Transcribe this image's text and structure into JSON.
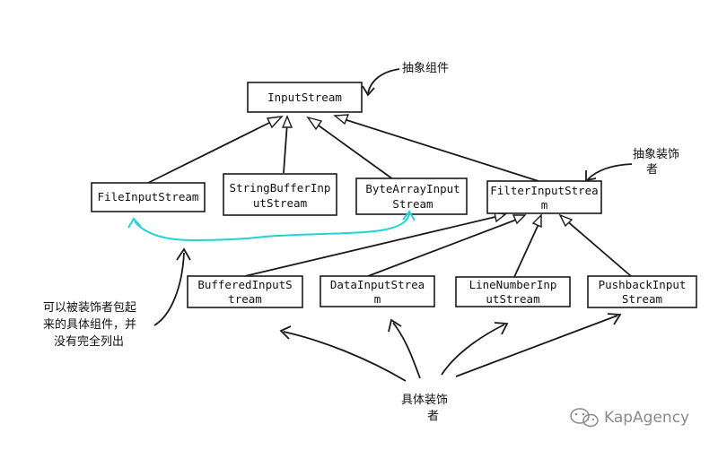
{
  "boxes": {
    "input_stream": [
      "InputStream"
    ],
    "file_input_stream": [
      "FileInputStream"
    ],
    "string_buffer_input_stream": [
      "StringBufferInp",
      "utStream"
    ],
    "byte_array_input_stream": [
      "ByteArrayInput",
      "Stream"
    ],
    "filter_input_stream": [
      "FilterInputStrea",
      "m"
    ],
    "buffered_input_stream": [
      "BufferedInputS",
      "tream"
    ],
    "data_input_stream": [
      "DataInputStrea",
      "m"
    ],
    "line_number_input_stream": [
      "LineNumberInp",
      "utStream"
    ],
    "pushback_input_stream": [
      "PushbackInput",
      "Stream"
    ]
  },
  "annotations": {
    "abstract_component": [
      "抽象组件"
    ],
    "abstract_decorator": [
      "抽象装饰",
      "者"
    ],
    "wrappable_note": [
      "可以被装饰者包起",
      "来的具体组件，并",
      "没有完全列出"
    ],
    "concrete_decorator": [
      "具体装饰",
      "者"
    ]
  },
  "watermark": {
    "text": "KapAgency",
    "icon": "wechat-icon"
  },
  "colors": {
    "highlight": "#22d3d3",
    "ink": "#1a1a1a"
  }
}
